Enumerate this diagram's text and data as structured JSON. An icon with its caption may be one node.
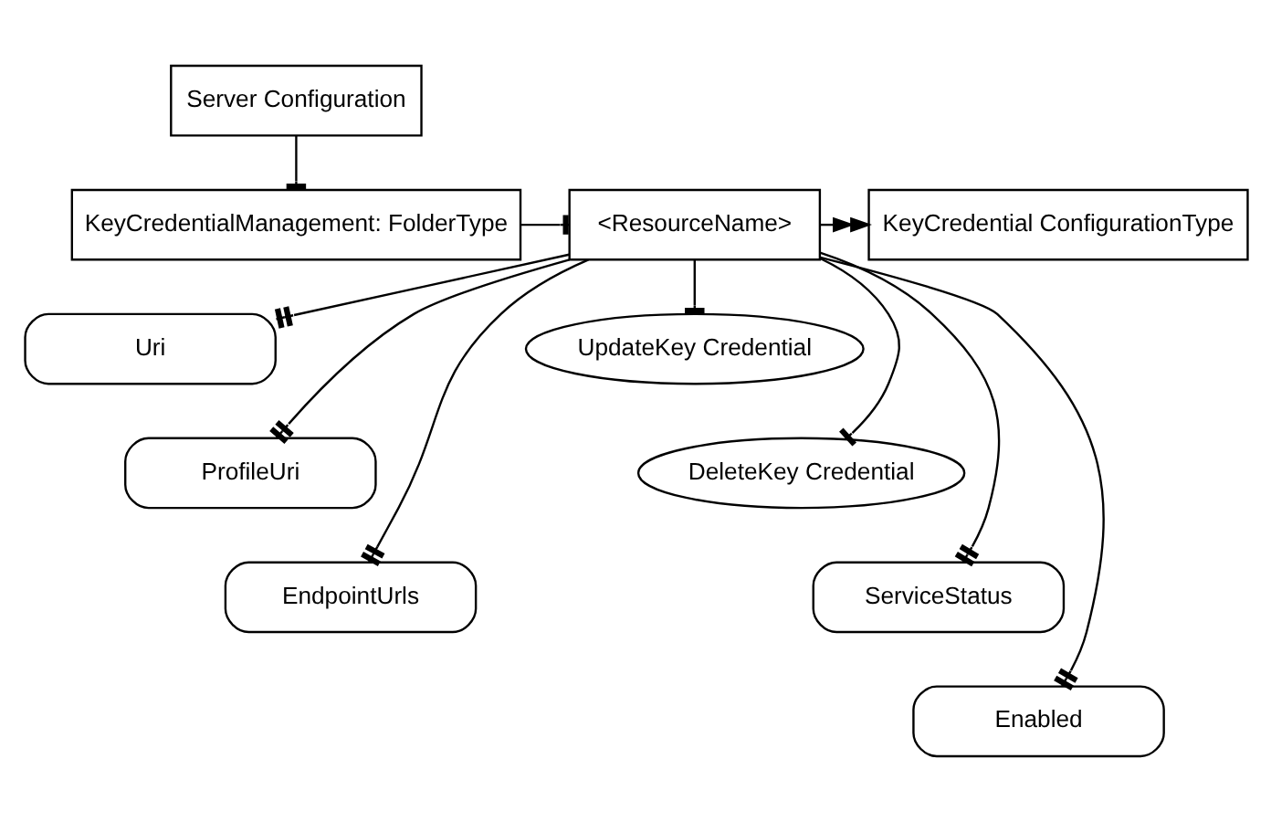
{
  "diagram": {
    "nodes": [
      {
        "text": [
          "Server Configuration"
        ]
      },
      {
        "text": [
          "KeyCredentialManagement: FolderType"
        ]
      },
      {
        "text": [
          "<ResourceName>"
        ]
      },
      {
        "text": [
          "KeyCredential ConfigurationType"
        ]
      },
      {
        "text": [
          "Uri"
        ]
      },
      {
        "text": [
          "ProfileUri"
        ]
      },
      {
        "text": [
          "EndpointUrls"
        ]
      },
      {
        "text": [
          "UpdateKey Credential"
        ]
      },
      {
        "text": [
          "DeleteKey Credential"
        ]
      },
      {
        "text": [
          "ServiceStatus"
        ]
      },
      {
        "text": [
          "Enabled"
        ]
      }
    ],
    "edges": [
      {
        "from": 0,
        "to": 1,
        "arrow": "other"
      },
      {
        "from": 1,
        "to": 2,
        "arrow": "other"
      },
      {
        "from": 2,
        "to": 3,
        "arrow": "to"
      },
      {
        "from": 2,
        "to": 4,
        "arrow": "other"
      },
      {
        "from": 2,
        "to": 5,
        "arrow": "other"
      },
      {
        "from": 2,
        "to": 6,
        "arrow": "other"
      },
      {
        "from": 2,
        "to": 7,
        "arrow": "other"
      },
      {
        "from": 2,
        "to": 8,
        "arrow": "other"
      },
      {
        "from": 2,
        "to": 9,
        "arrow": "other"
      },
      {
        "from": 2,
        "to": 10,
        "arrow": "other"
      }
    ]
  }
}
